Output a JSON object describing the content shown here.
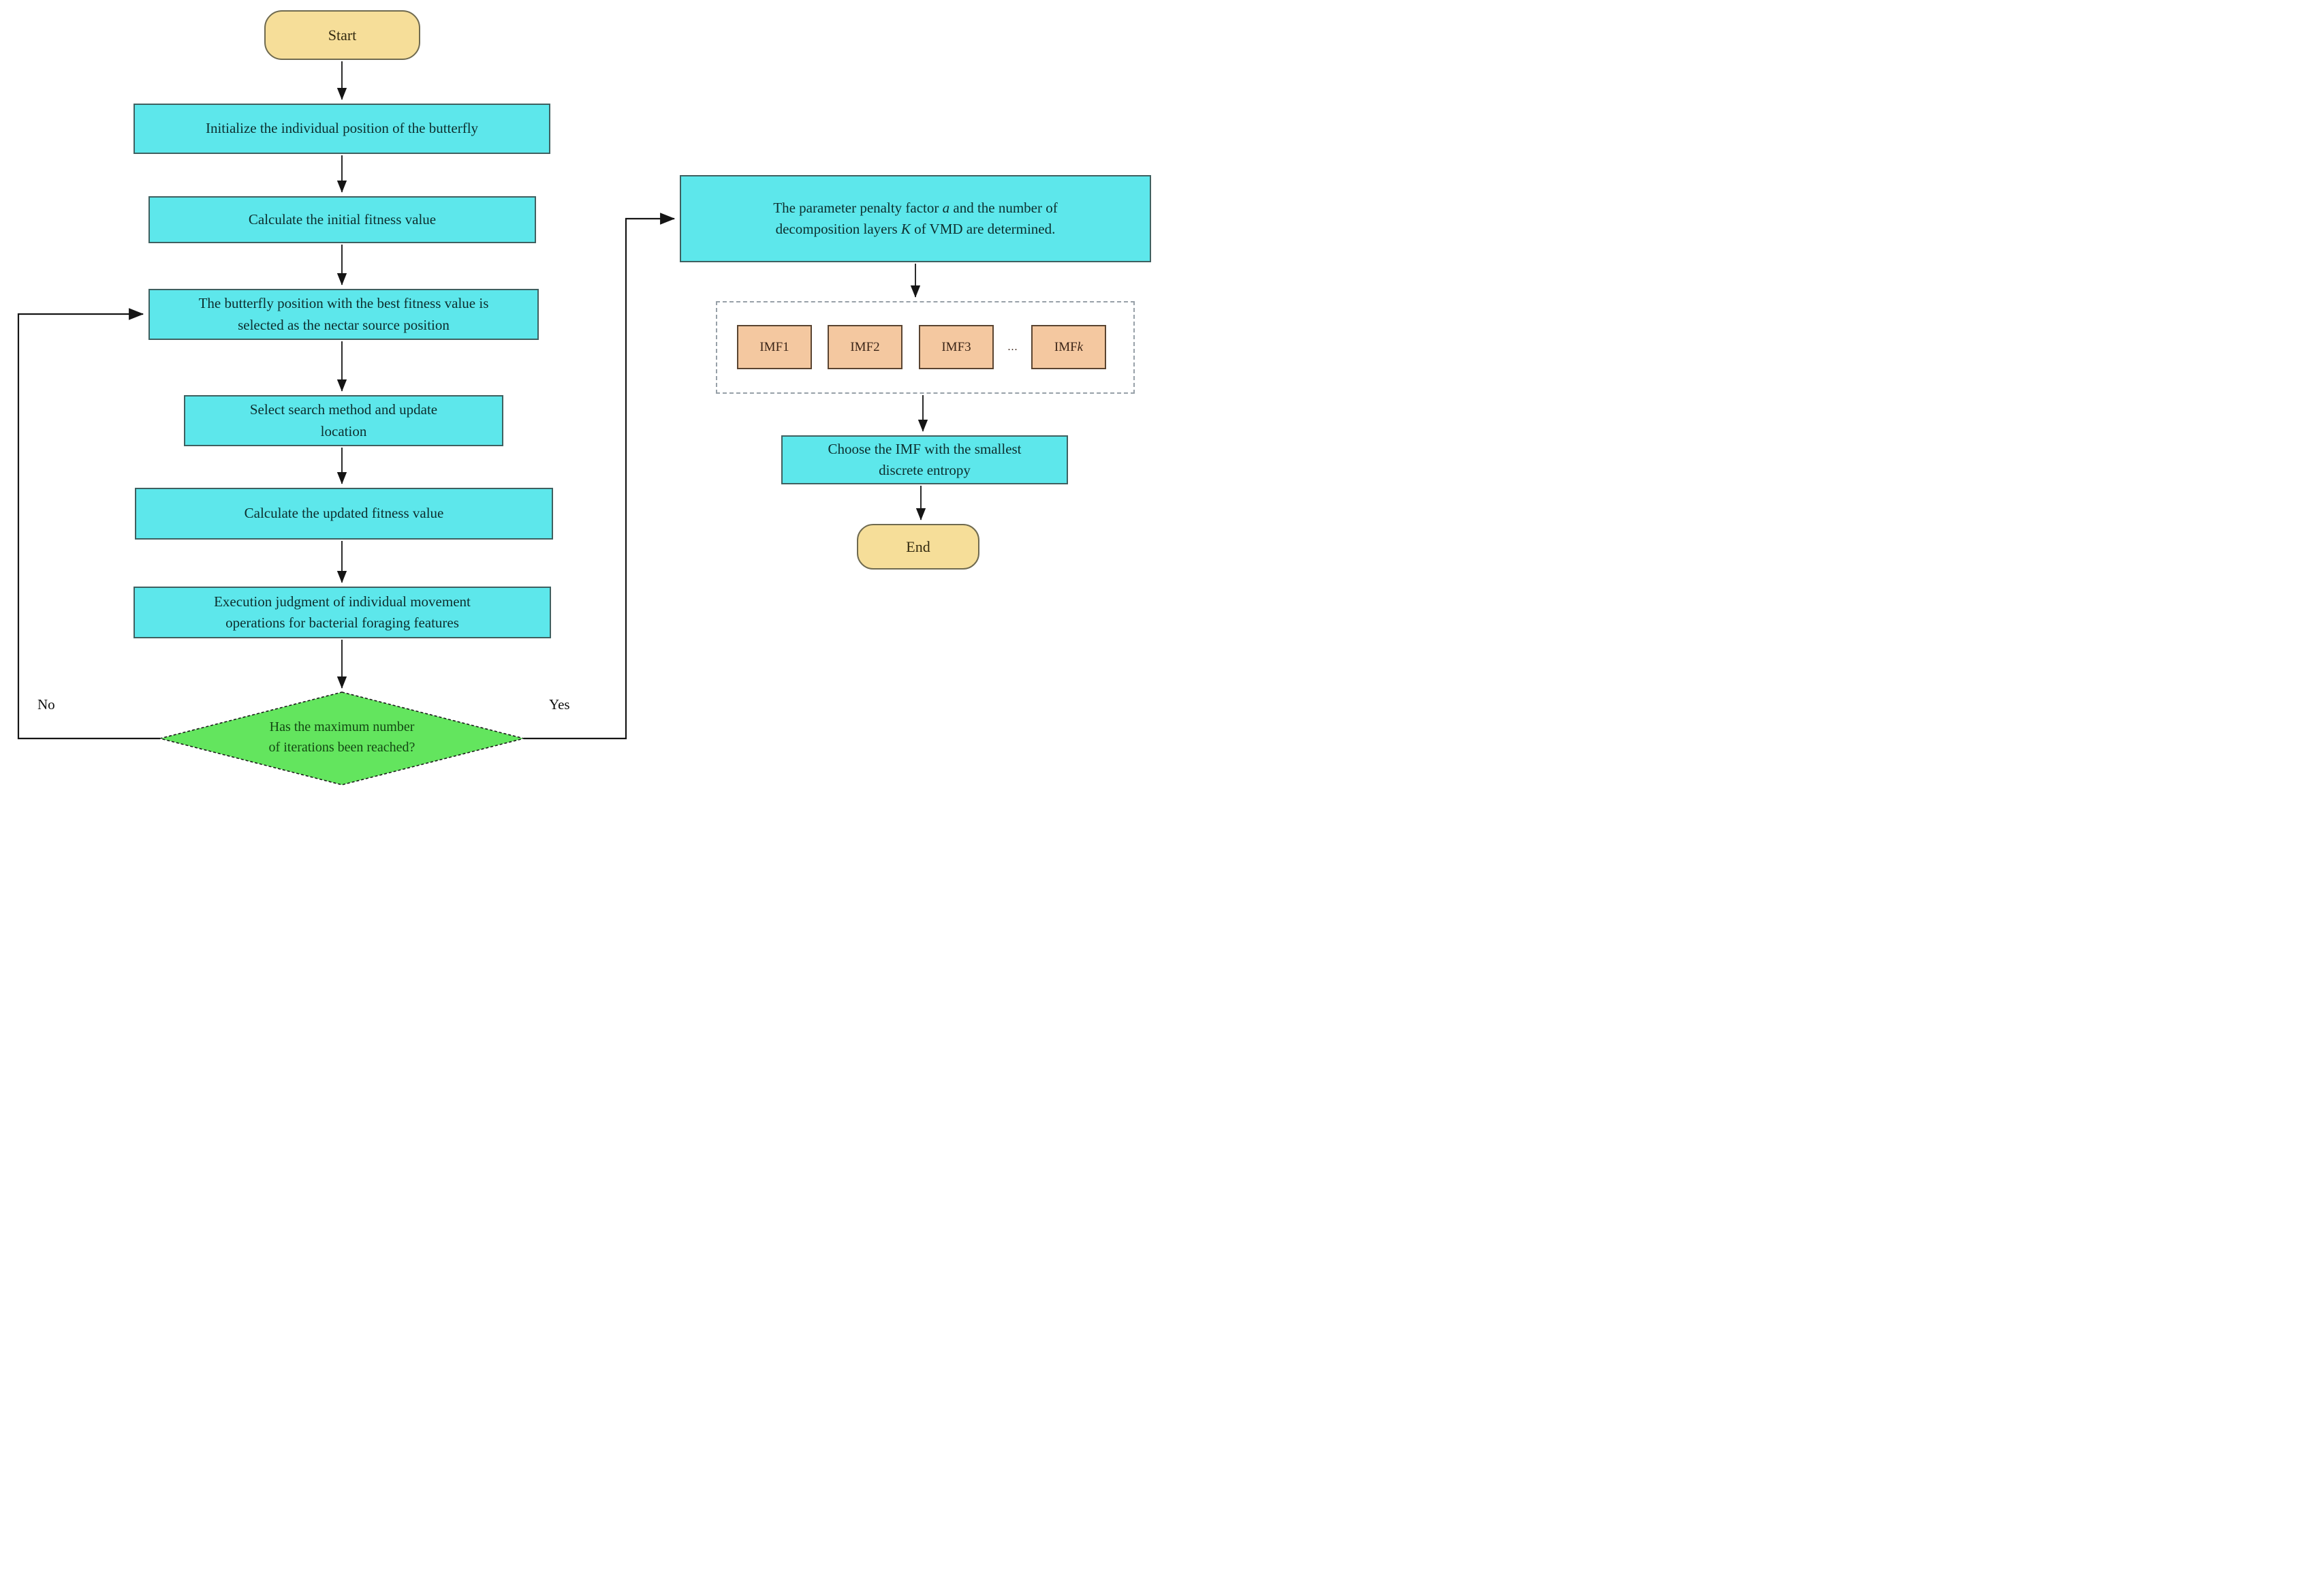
{
  "nodes": {
    "start": {
      "label": "Start"
    },
    "init": {
      "label": "Initialize the individual position of the butterfly"
    },
    "calc_initial": {
      "label": "Calculate the initial fitness value"
    },
    "best_position": {
      "lines": [
        "The butterfly position with the best fitness value is",
        "selected as the nectar source position"
      ]
    },
    "select_search": {
      "lines": [
        "Select search method and update",
        "location"
      ]
    },
    "calc_updated": {
      "label": "Calculate the updated fitness value"
    },
    "execution": {
      "lines": [
        "Execution judgment of individual movement",
        "operations for bacterial foraging features"
      ]
    },
    "decision": {
      "lines": [
        "Has the maximum number",
        "of iterations been reached?"
      ],
      "no_label": "No",
      "yes_label": "Yes"
    },
    "vmd_params": {
      "line1": {
        "t1": "The parameter penalty factor ",
        "i1": "a",
        "t2": " and the number of"
      },
      "line2": {
        "t1": "decomposition layers ",
        "i1": "K",
        "t2": " of VMD are determined."
      }
    },
    "imf_group": {
      "imf1": "IMF1",
      "imf2": "IMF2",
      "imf3": "IMF3",
      "dots": "...",
      "imfk": {
        "prefix": "IMF",
        "italic": "k"
      }
    },
    "choose_imf": {
      "lines": [
        "Choose the IMF with the smallest",
        "discrete entropy"
      ]
    },
    "end": {
      "label": "End"
    }
  },
  "colors": {
    "process_fill": "#5DE7EB",
    "terminal_fill": "#F6DE99",
    "decision_fill": "#63E55E",
    "imf_fill": "#F4C8A0",
    "line_color": "#151515",
    "dashed_group_border": "#97a0a8"
  }
}
